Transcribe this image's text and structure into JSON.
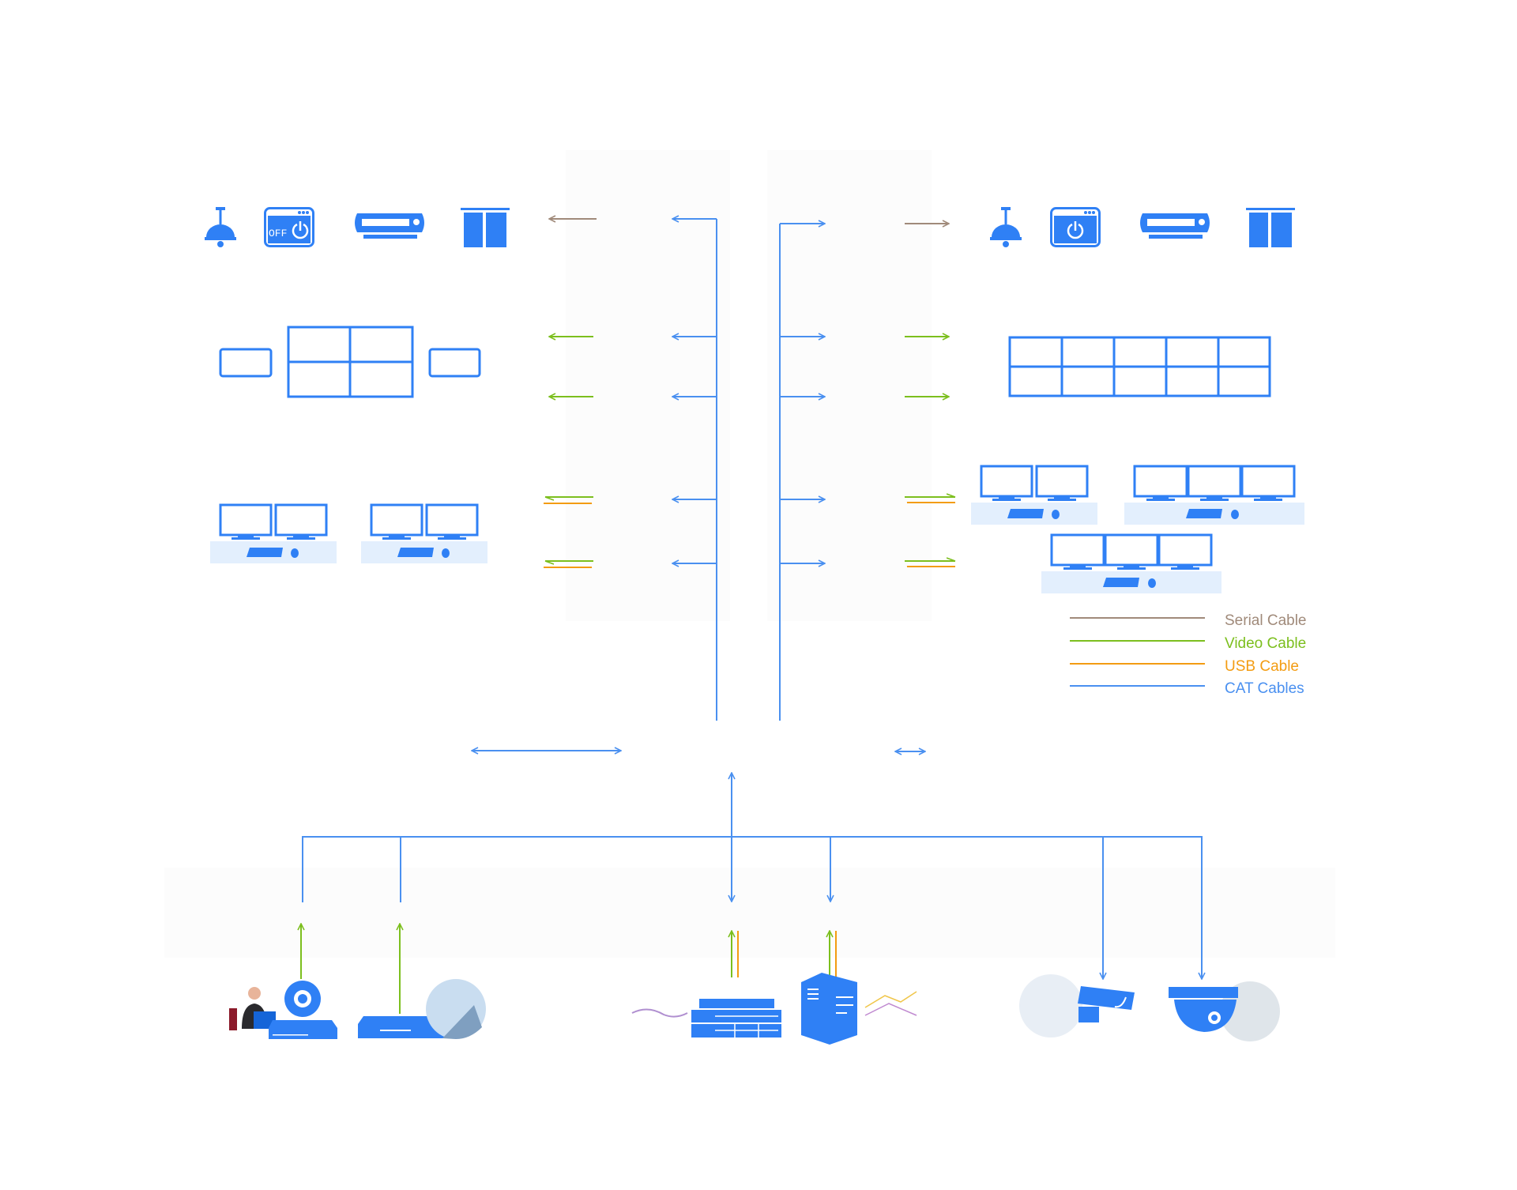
{
  "colors": {
    "serial": "#a08a7a",
    "video": "#7cbf1e",
    "usb": "#f39c12",
    "cat": "#4a90f0",
    "icon": "#2f80f5"
  },
  "devices": {
    "top_left": [
      "pendant-lamp-icon",
      "power-panel-icon",
      "projector-icon",
      "curtain-icon"
    ],
    "top_right": [
      "pendant-lamp-icon",
      "power-panel-icon",
      "projector-icon",
      "curtain-icon"
    ],
    "power_panel_label": "OFF",
    "bottom": [
      "webcam-icon",
      "set-top-box-icon",
      "rack-server-icon",
      "tower-server-icon",
      "bullet-camera-icon",
      "dome-camera-icon"
    ]
  },
  "legend": {
    "items": [
      {
        "label": "Serial Cable",
        "color": "#a08a7a"
      },
      {
        "label": "Video Cable",
        "color": "#7cbf1e"
      },
      {
        "label": "USB Cable",
        "color": "#f39c12"
      },
      {
        "label": "CAT Cables",
        "color": "#4a90f0"
      }
    ]
  }
}
